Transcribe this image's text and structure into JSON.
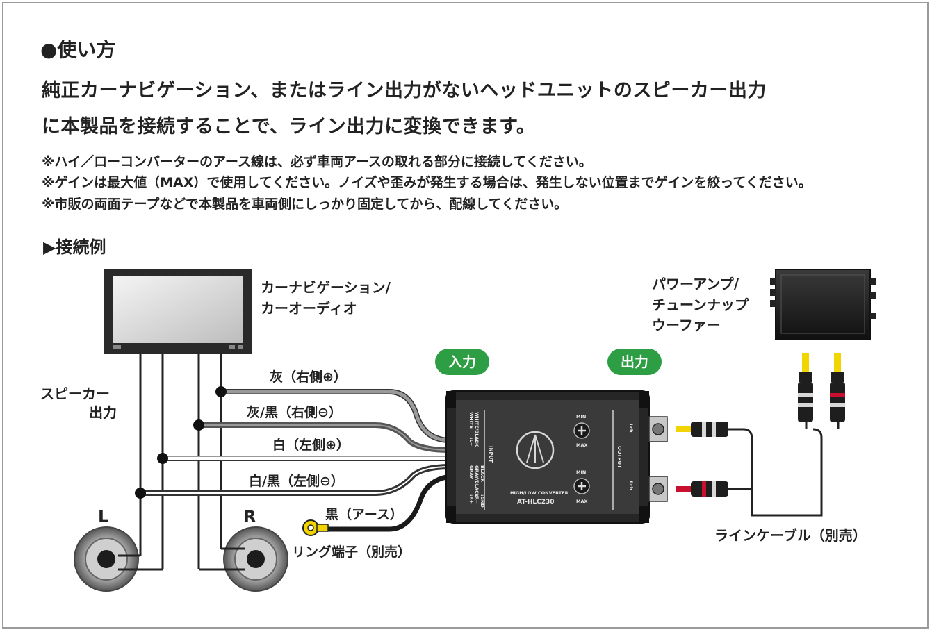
{
  "heading": "●使い方",
  "intro": [
    "純正カーナビゲーション、またはライン出力がないヘッドユニットのスピーカー出力",
    "に本製品を接続することで、ライン出力に変換できます。"
  ],
  "notes": [
    "※ハイ／ローコンバーターのアース線は、必ず車両アースの取れる部分に接続してください。",
    "※ゲインは最大値（MAX）で使用してください。ノイズや歪みが発生する場合は、発生しない位置までゲインを絞ってください。",
    "※市販の両面テープなどで本製品を車両側にしっかり固定してから、配線してください。"
  ],
  "example_heading": "▶接続例",
  "diagram": {
    "navi_label": [
      "カーナビゲーション/",
      "カーオーディオ"
    ],
    "amp_label": [
      "パワーアンプ/",
      "チューンナップ",
      "ウーファー"
    ],
    "speaker_output_label": [
      "スピーカー",
      "出力"
    ],
    "speaker_left": "L",
    "speaker_right": "R",
    "input_badge": "入力",
    "output_badge": "出力",
    "wires": [
      "灰（右側⊕）",
      "灰/黒（右側⊖）",
      "白（左側⊕）",
      "白/黒（左側⊖）",
      "黒（アース）"
    ],
    "ring_terminal": "リング端子（別売）",
    "line_cable": "ラインケーブル（別売）",
    "device": {
      "input_text": "INPUT",
      "output_text": "OUTPUT",
      "left_terms": [
        "WHITE",
        "WHITE/BLACK",
        "GRAY",
        "GRAY/BLACK",
        "BLACK"
      ],
      "pin_marks": [
        ":L+",
        ":L−",
        ":R+",
        ":R−",
        ":GND"
      ],
      "gain_min": "MIN",
      "gain_max": "MAX",
      "lch": "Lch",
      "rch": "Rch",
      "caption": "HIGH/LOW CONVERTER",
      "model": "AT-HLC230"
    }
  },
  "colors": {
    "badge": "#2e9e45",
    "rca_yellow": "#f2d400",
    "rca_red": "#c8102e",
    "gray_wire": "#9a9a9a"
  }
}
